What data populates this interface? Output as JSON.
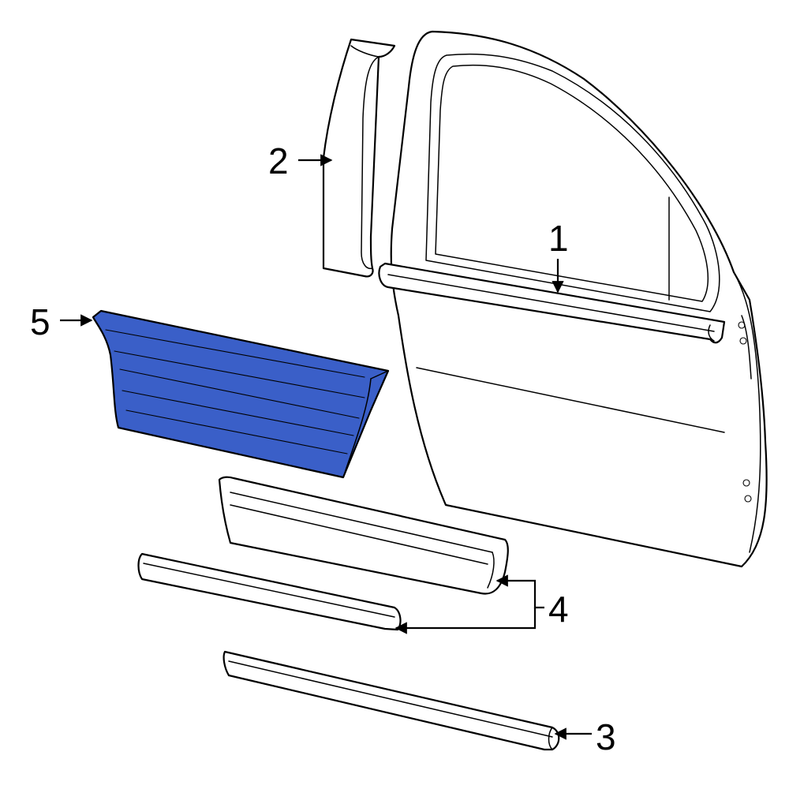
{
  "colors": {
    "highlight_fill": "#3a5fc8",
    "outline": "#000000",
    "background": "#ffffff"
  },
  "callouts": [
    {
      "number": "1",
      "part": "belt-molding"
    },
    {
      "number": "2",
      "part": "pillar-applique"
    },
    {
      "number": "3",
      "part": "rocker-molding"
    },
    {
      "number": "4",
      "part": "lower-body-moldings"
    },
    {
      "number": "5",
      "part": "door-side-molding",
      "highlighted": true
    }
  ]
}
